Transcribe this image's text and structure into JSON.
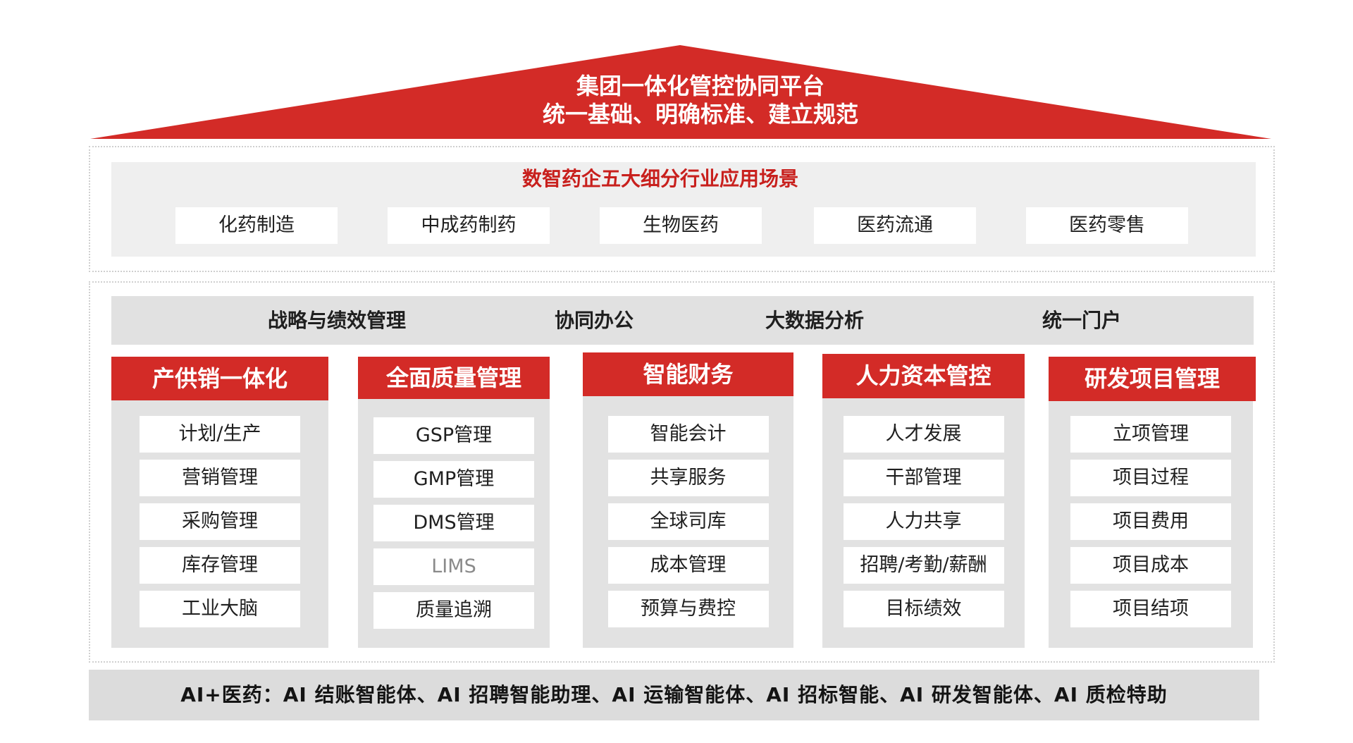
{
  "roof": {
    "title": "集团一体化管控协同平台",
    "subtitle": "统一基础、明确标准、建立规范"
  },
  "scenarios": {
    "title": "数智药企五大细分行业应用场景",
    "items": [
      "化药制造",
      "中成药制药",
      "生物医药",
      "医药流通",
      "医药零售"
    ]
  },
  "platform_bar": {
    "items": [
      "战略与绩效管理",
      "协同办公",
      "大数据分析",
      "统一门户"
    ]
  },
  "modules": [
    {
      "header": "产供销一体化",
      "items": [
        {
          "label": "计划/生产"
        },
        {
          "label": "营销管理"
        },
        {
          "label": "采购管理"
        },
        {
          "label": "库存管理"
        },
        {
          "label": "工业大脑"
        }
      ]
    },
    {
      "header": "全面质量管理",
      "items": [
        {
          "label": "GSP管理"
        },
        {
          "label": "GMP管理"
        },
        {
          "label": "DMS管理"
        },
        {
          "label": "LIMS",
          "muted": true
        },
        {
          "label": "质量追溯"
        }
      ]
    },
    {
      "header": "智能财务",
      "items": [
        {
          "label": "智能会计"
        },
        {
          "label": "共享服务"
        },
        {
          "label": "全球司库"
        },
        {
          "label": "成本管理"
        },
        {
          "label": "预算与费控"
        }
      ]
    },
    {
      "header": "人力资本管控",
      "items": [
        {
          "label": "人才发展"
        },
        {
          "label": "干部管理"
        },
        {
          "label": "人力共享"
        },
        {
          "label": "招聘/考勤/薪酬"
        },
        {
          "label": "目标绩效"
        }
      ]
    },
    {
      "header": "研发项目管理",
      "items": [
        {
          "label": "立项管理"
        },
        {
          "label": "项目过程"
        },
        {
          "label": "项目费用"
        },
        {
          "label": "项目成本"
        },
        {
          "label": "项目结项"
        }
      ]
    }
  ],
  "ai_bar": {
    "text": "AI+医药：AI 结账智能体、AI 招聘智能助理、AI 运输智能体、AI 招标智能、AI 研发智能体、AI 质检特助"
  },
  "colors": {
    "brand_red": "#d32b27",
    "title_red": "#c8201d",
    "scenario_bg": "#efefef",
    "panel_gray": "#e2e2e2",
    "bar_gray": "#e1e1e1",
    "ai_bar_gray": "#dcdcdc",
    "dotted_border": "#cfcfcf",
    "muted_text": "#8a8a8a",
    "text_dark": "#1f1f1f"
  }
}
